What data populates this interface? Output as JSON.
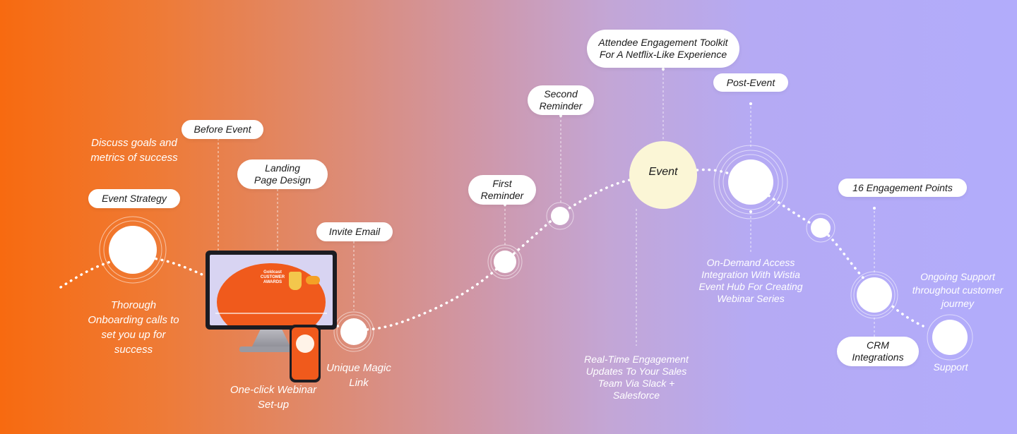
{
  "colors": {
    "gradient_start": "#f76a10",
    "gradient_end": "#b2acfb",
    "event_node": "#fbf6d6",
    "pill_bg": "#ffffff",
    "note_text": "#ffffff"
  },
  "pills": {
    "event_strategy": "Event Strategy",
    "before_event": "Before Event",
    "landing_page": "Landing Page Design",
    "invite_email": "Invite Email",
    "first_reminder": "First Reminder",
    "second_reminder": "Second Reminder",
    "toolkit": "Attendee Engagement Toolkit For A Netflix-Like Experience",
    "post_event": "Post-Event",
    "engagement_points": "16 Engagement Points",
    "crm": "CRM Integrations"
  },
  "event_label": "Event",
  "notes": {
    "discuss": "Discuss goals and metrics of success",
    "onboarding": "Thorough Onboarding calls to set you up for success",
    "one_click": "One-click Webinar Set-up",
    "magic_link": "Unique Magic Link",
    "realtime": "Real-Time Engagement Updates To Your Sales Team Via Slack + Salesforce",
    "on_demand": "On-Demand Access Integration With Wistia Event Hub For Creating Webinar Series",
    "ongoing": "Ongoing Support throughout customer journey",
    "support": "Support"
  },
  "device_mockup": {
    "brand": "Goldcast",
    "headline": "CUSTOMER AWARDS"
  },
  "icons": {
    "monitor": "desktop-monitor-icon",
    "phone": "mobile-phone-icon"
  }
}
